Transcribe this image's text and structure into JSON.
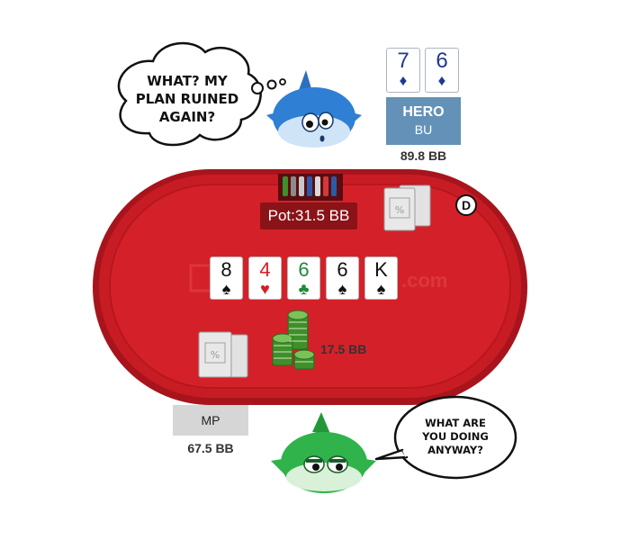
{
  "hero": {
    "cards": [
      {
        "rank": "7",
        "suit": "♦"
      },
      {
        "rank": "6",
        "suit": "♦"
      }
    ],
    "name": "HERO",
    "position": "BU",
    "stack": "89.8 BB",
    "thought": [
      "WHAT? MY",
      "PLAN RUINED",
      "AGAIN?"
    ]
  },
  "villain": {
    "name": "MP",
    "stack": "67.5 BB",
    "speech": [
      "WHAT ARE",
      "YOU DOING",
      "ANYWAY?"
    ],
    "bet": "17.5 BB"
  },
  "table": {
    "pot": "Pot:31.5 BB",
    "dealer": "D",
    "watermark": ".com",
    "board": [
      {
        "rank": "8",
        "suit": "♠",
        "color": "#111111"
      },
      {
        "rank": "4",
        "suit": "♥",
        "color": "#d11f26"
      },
      {
        "rank": "6",
        "suit": "♣",
        "color": "#1e8a3a"
      },
      {
        "rank": "6",
        "suit": "♠",
        "color": "#111111"
      },
      {
        "rank": "K",
        "suit": "♠",
        "color": "#111111"
      }
    ]
  },
  "colors": {
    "felt": "#cc1f26",
    "rail": "#a8141c",
    "hero_seat": "#6391b8",
    "villain_seat": "#d6d6d6",
    "shark_blue": "#2f7fd4",
    "shark_green": "#2fb34a",
    "chip_green": "#3f8f2a"
  }
}
